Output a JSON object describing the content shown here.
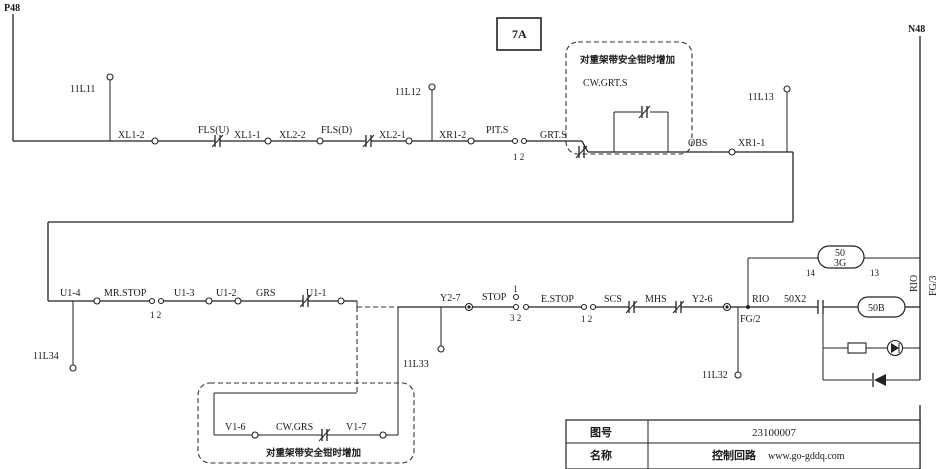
{
  "diagram": {
    "page_ref_left": "P48",
    "page_ref_right": "N48",
    "sheet_label": "7A",
    "terminals": {
      "t11L11": "11L11",
      "t11L12": "11L12",
      "t11L13": "11L13",
      "t11L34": "11L34",
      "t11L33": "11L33",
      "t11L32": "11L32"
    },
    "row1": {
      "xl1_2": "XL1-2",
      "fls_u": "FLS(U)",
      "xl1_1": "XL1-1",
      "xl2_2": "XL2-2",
      "fls_d": "FLS(D)",
      "xl2_1": "XL2-1",
      "xr1_2": "XR1-2",
      "pits": "PIT.S",
      "pits_pins": "1 2",
      "grts": "GRT.S",
      "cwgrts": "CW.GRT.S",
      "obs": "OBS",
      "xr1_1": "XR1-1"
    },
    "row2": {
      "u1_4": "U1-4",
      "mrstop": "MR.STOP",
      "mrstop_pins": "1 2",
      "u1_3": "U1-3",
      "u1_2": "U1-2",
      "grs": "GRS",
      "u1_1": "U1-1",
      "y2_7": "Y2-7",
      "stop": "STOP",
      "stop_pin_top": "1",
      "stop_pins_bottom": "3 2",
      "estop": "E.STOP",
      "estop_pins": "1 2",
      "scs": "SCS",
      "mhs": "MHS",
      "y2_6": "Y2-6",
      "rio": "RIO",
      "fg2": "FG/2",
      "x50x2": "50X2",
      "relay_50_3g": "50",
      "relay_50_3g_sub": "3G",
      "pin_14": "14",
      "pin_13": "13",
      "relay_50b": "50B",
      "rio_right": "RIO",
      "fg3_right": "FG/3"
    },
    "optional_top": {
      "note": "对重架带安全钳时增加"
    },
    "optional_bottom": {
      "v1_6": "V1-6",
      "cwgrs": "CW.GRS",
      "v1_7": "V1-7",
      "note": "对重架带安全钳时增加"
    },
    "title_block": {
      "drawing_no_label": "图号",
      "drawing_no": "23100007",
      "name_label": "名称",
      "name": "控制回路"
    },
    "watermark": "www.go-gddq.com"
  }
}
